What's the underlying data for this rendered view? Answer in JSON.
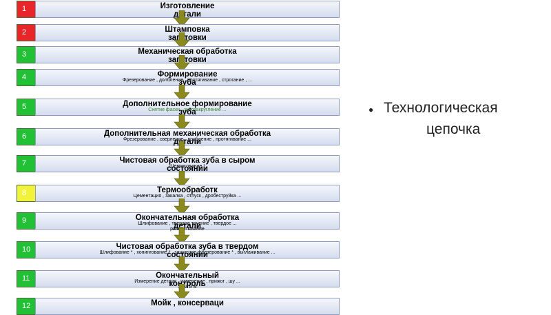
{
  "colors": {
    "red": "#e8262a",
    "green": "#22c035",
    "yellow": "#f2f23a",
    "arrow": "#8a8a1e",
    "bar_border": "#8e9cc2"
  },
  "icons": {
    "step_arrow": "down-arrow-icon",
    "bullet": "bullet-dot"
  },
  "steps": [
    {
      "num": "1",
      "status": "red",
      "title": "Изготовление",
      "title2": "детали",
      "sub": "",
      "sub2": ""
    },
    {
      "num": "2",
      "status": "red",
      "title": "Штамповка",
      "title2": "заготовки",
      "sub": "",
      "sub2": ""
    },
    {
      "num": "3",
      "status": "green",
      "title": "Механическая обработка",
      "title2": "заготовки",
      "sub": "",
      "sub2": ""
    },
    {
      "num": "4",
      "status": "green",
      "title": "Формирование",
      "title2": "зуба",
      "sub": "Фрезерование  ,    долбление  ,    протягивание  ,    строгание  , ...",
      "sub2": ""
    },
    {
      "num": "5",
      "status": "green",
      "title": "Дополнительное формирование",
      "title2": "зуба",
      "sub": "Снятие фаски  ,    зубозакругление  ...",
      "sub2": ""
    },
    {
      "num": "6",
      "status": "green",
      "title": "Дополнительная механическая обработка",
      "title2": "детали",
      "sub": "Фрезерование  ,    сверление  ,    долбление  ,    протягивание  ...",
      "sub2": ""
    },
    {
      "num": "7",
      "status": "green",
      "title": "Чистовая обработка зуба в сыром",
      "title2": "состоянии",
      "sub": "Шевингование  *",
      "sub2": ""
    },
    {
      "num": "8",
      "status": "yellow",
      "title": "Термообработк",
      "title2": "",
      "sub": "Цементация  ,   закалка  ,   отпуск  ,    дробеструйка  ...",
      "sub2": ""
    },
    {
      "num": "9",
      "status": "green",
      "title": "Окончательная обработка",
      "title2": "детали",
      "sub": "Шлифование  ,      твердое точение  ,                    твердое                  ...",
      "sub2": "развертывание"
    },
    {
      "num": "10",
      "status": "green",
      "title": "Чистовая обработка зуба в твердом",
      "title2": "состоянии",
      "sub": "Шлифование  *  ,     хонингование  *  ,      защитное фрезерование  *  ,     выглаживание  ...",
      "sub2": ""
    },
    {
      "num": "11",
      "status": "green",
      "title": "Окончательный",
      "title2": "контроль",
      "sub": "Измерение детали  ,           измерение  ,        прижог  ,   шу  ...",
      "sub2": "зуба                          и          м"
    },
    {
      "num": "12",
      "status": "green",
      "title": "Мойк  ,    консерваци",
      "title2": "",
      "sub": "",
      "sub2": ""
    }
  ],
  "bullet_text_line1": "Технологическая",
  "bullet_text_line2": "цепочка"
}
